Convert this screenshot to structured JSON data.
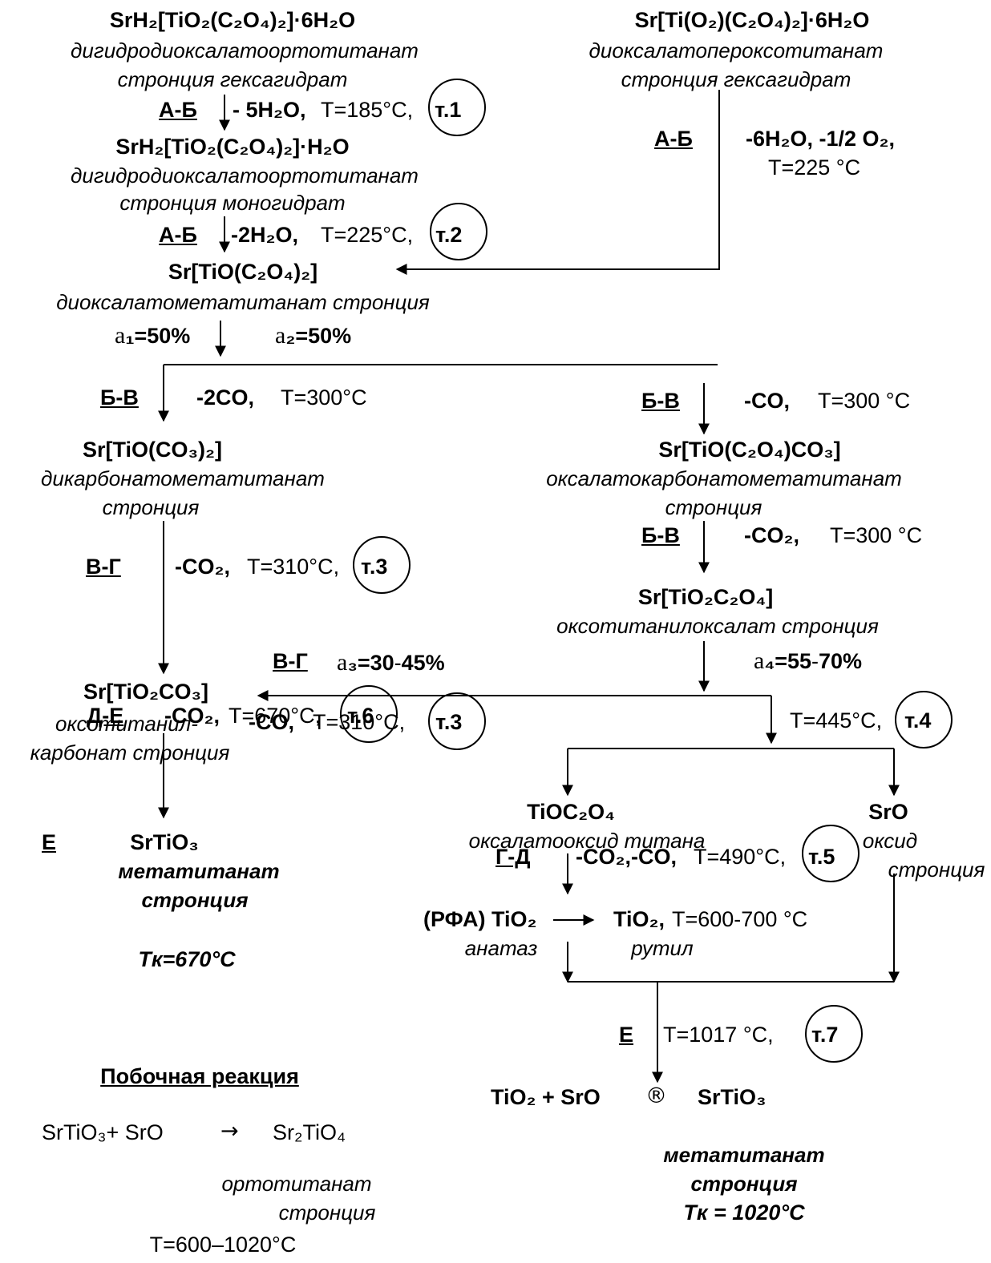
{
  "left": {
    "f1": "SrH₂[TiO₂(C₂O₄)₂]·6H₂O",
    "n1a": "дигидродиоксалатоортотитанат",
    "n1b": "стронция гексагидрат",
    "s1_label": "А-Б",
    "s1_cond": "- 5H₂O,",
    "s1_temp": "T=185°C,",
    "s1_tag": "т.1",
    "f2": "SrH₂[TiO₂(C₂O₄)₂]·H₂O",
    "n2a": "дигидродиоксалатоортотитанат",
    "n2b": "стронция моногидрат",
    "s2_label": "А-Б",
    "s2_cond": "-2H₂O,",
    "s2_temp": "T=225°C,",
    "s2_tag": "т.2",
    "f3": "Sr[TiO(C₂O₄)₂]",
    "n3": "диоксалатометатитанат стронция",
    "a1_sym": "a",
    "a1_val": "₁=50%",
    "a2_sym": "a",
    "a2_val": "₂=50%"
  },
  "right": {
    "f1": "Sr[Ti(O₂)(C₂O₄)₂]·6H₂O",
    "n1a": "диоксалатопероксотитанат",
    "n1b": "стронция  гексагидрат",
    "s_label": "А-Б",
    "s_cond": "-6H₂O, -1/2 O₂,",
    "s_temp": "T=225 °C"
  },
  "branch_left": {
    "s1_label": "Б-В",
    "s1_cond": "-2CO,",
    "s1_temp": "T=300°C",
    "f1": "Sr[TiO(CO₃)₂]",
    "n1a": "дикарбонатометатитанат",
    "n1b": "стронция",
    "s2_label": "В-Г",
    "s2_cond": "-CO₂,",
    "s2_temp": "T=310°C,",
    "s2_tag": "т.3",
    "f2": "Sr[TiO₂CO₃]",
    "n2a": "оксотитанил-",
    "n2b": "карбонат стронция",
    "s3_label": "Д-Е",
    "s3_cond": "-CO₂,",
    "s3_temp": "T=670°C,",
    "s3_tag": "т.6",
    "e_label": "Е",
    "f3": "SrTiO₃",
    "n3a": "метатитанат",
    "n3b": "стронция",
    "tk": "Tк=670°C"
  },
  "branch_right": {
    "s1_label": "Б-В",
    "s1_cond": "-CO,",
    "s1_temp": "T=300 °C",
    "f1": "Sr[TiO(C₂O₄)CO₃]",
    "n1a": "оксалатокарбонатометатитанат",
    "n1b": "стронция",
    "s2_label": "Б-В",
    "s2_cond": "-CO₂,",
    "s2_temp": "T=300 °C",
    "f2": "Sr[TiO₂C₂O₄]",
    "n2": "оксотитанилоксалат  стронция",
    "a4_sym": "a",
    "a4_val": "₄=55",
    "a4_dash": "-",
    "a4_end": "70%",
    "g_label": "В-Г",
    "a3_sym": "a",
    "a3_val": "₃=30",
    "a3_dash": "-",
    "a3_end": "45%",
    "mid_cond": "-CO,",
    "mid_temp": "T=310°C,",
    "mid_tag": "т.3",
    "t4_temp": "T=445°C,",
    "t4_tag": "т.4",
    "tio_f": "TiOC₂O₄",
    "tio_n": "оксалатооксид титана",
    "sro_f": "SrO",
    "sro_na": "оксид",
    "sro_nb": "стронция",
    "gd_label": "Г-Д",
    "gd_cond": "-CO₂,-CO,",
    "gd_temp": "T=490°C,",
    "gd_tag": "т.5",
    "rfa": "(РФА) TiO₂",
    "anatase": "анатаз",
    "rutile_f": "TiO₂,",
    "rutile_t": "T=600-700 °C",
    "rutile": "рутил",
    "e_label": "Е",
    "e_temp": "T=1017 °C,",
    "e_tag": "т.7",
    "eq_left": "TiO₂ +  SrO",
    "eq_arrow": "®",
    "eq_right": "SrTiO₃",
    "prod_a": "метатитанат",
    "prod_b": "стронция",
    "tk": "Tк = 1020°C"
  },
  "side": {
    "title": "Побочная  реакция",
    "eq_a": "SrTiO₃+  SrO",
    "eq_arrow": "→",
    "eq_b": "Sr₂TiO₄",
    "n_a": "ортотитанат",
    "n_b": "стронция",
    "temp": "T=600–1020°C"
  }
}
